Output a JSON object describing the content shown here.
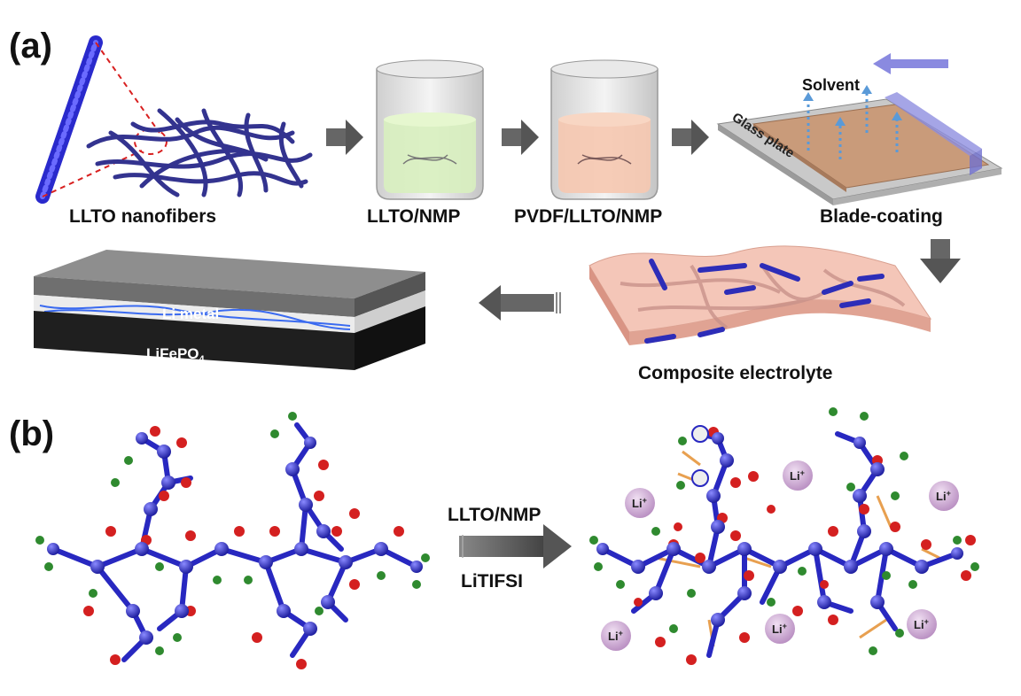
{
  "panels": {
    "a": "(a)",
    "b": "(b)"
  },
  "steps": [
    "LLTO nanofibers",
    "LLTO/NMP",
    "PVDF/LLTO/NMP",
    "Blade-coating",
    "Composite electrolyte"
  ],
  "coating": {
    "solvent": "Solvent",
    "glass_plate": "Glass plate"
  },
  "battery": {
    "top_layer": "Li metal",
    "bottom_layer_base": "LiFePO",
    "bottom_layer_sub": "4"
  },
  "reaction": {
    "reagent_top": "LLTO/NMP",
    "reagent_bottom": "LiTIFSI",
    "ion_label": "Li",
    "ion_charge": "+"
  },
  "colors": {
    "fiber": "#3a3aa0",
    "arrow": "#555555",
    "atom_carbon": "#2f2fc8",
    "atom_oxygen": "#d42020",
    "atom_hydrogen": "#2f8a2f",
    "bond_li": "#e8a050",
    "li_ion": "#c8a0d0"
  }
}
